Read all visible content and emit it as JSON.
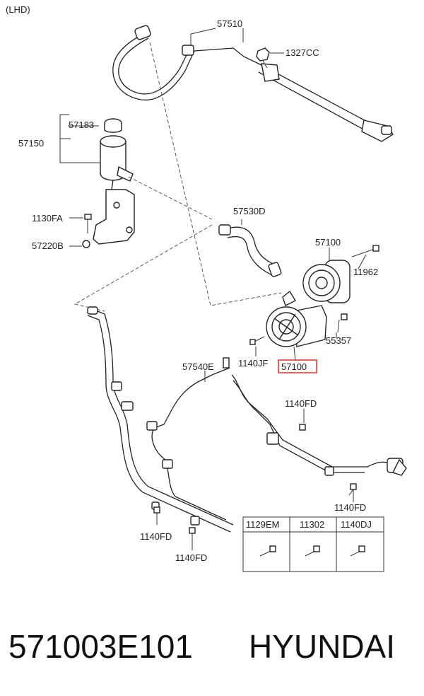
{
  "header": {
    "variant": "(LHD)"
  },
  "labels": {
    "p57510": "57510",
    "p1327CC": "1327CC",
    "p57183": "57183",
    "p57150": "57150",
    "p1130FA": "1130FA",
    "p57220B": "57220B",
    "p57530D": "57530D",
    "p57100_top": "57100",
    "p11962": "11962",
    "p55357": "55357",
    "p1140JF": "1140JF",
    "p57100_hl": "57100",
    "p57540E": "57540E",
    "p1140FD_a": "1140FD",
    "p1140FD_b": "1140FD",
    "p1140FD_c": "1140FD",
    "p1140FD_d": "1140FD"
  },
  "bolt_table": {
    "headers": [
      "1129EM",
      "11302",
      "1140DJ"
    ]
  },
  "footer": {
    "part_number": "571003E101",
    "brand": "HYUNDAI"
  },
  "colors": {
    "highlight": "#e53935",
    "ink": "#222222"
  }
}
